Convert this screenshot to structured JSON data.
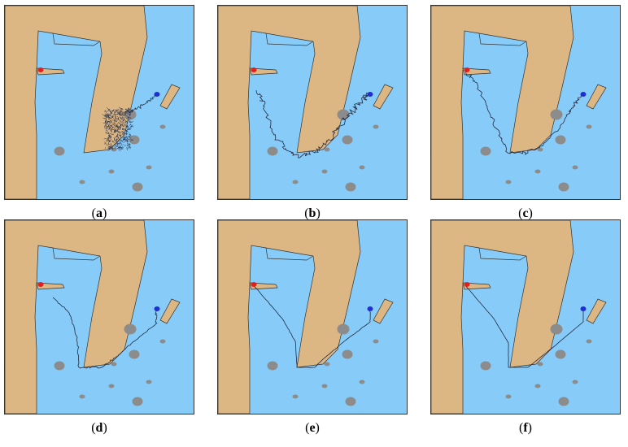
{
  "figure": {
    "panels": [
      {
        "id": "a",
        "label": "a",
        "path": "grid"
      },
      {
        "id": "b",
        "label": "b",
        "path": "wander"
      },
      {
        "id": "c",
        "label": "c",
        "path": "jagged"
      },
      {
        "id": "d",
        "label": "d",
        "path": "semi"
      },
      {
        "id": "e",
        "label": "e",
        "path": "smooth"
      },
      {
        "id": "f",
        "label": "f",
        "path": "direct"
      }
    ]
  },
  "colors": {
    "water": "#87ccf8",
    "land": "#dcb683",
    "border": "#333333",
    "obstacle": "#8c8c8c",
    "start": "#e02020",
    "goal": "#1f2fd0",
    "path": "#222a44"
  }
}
